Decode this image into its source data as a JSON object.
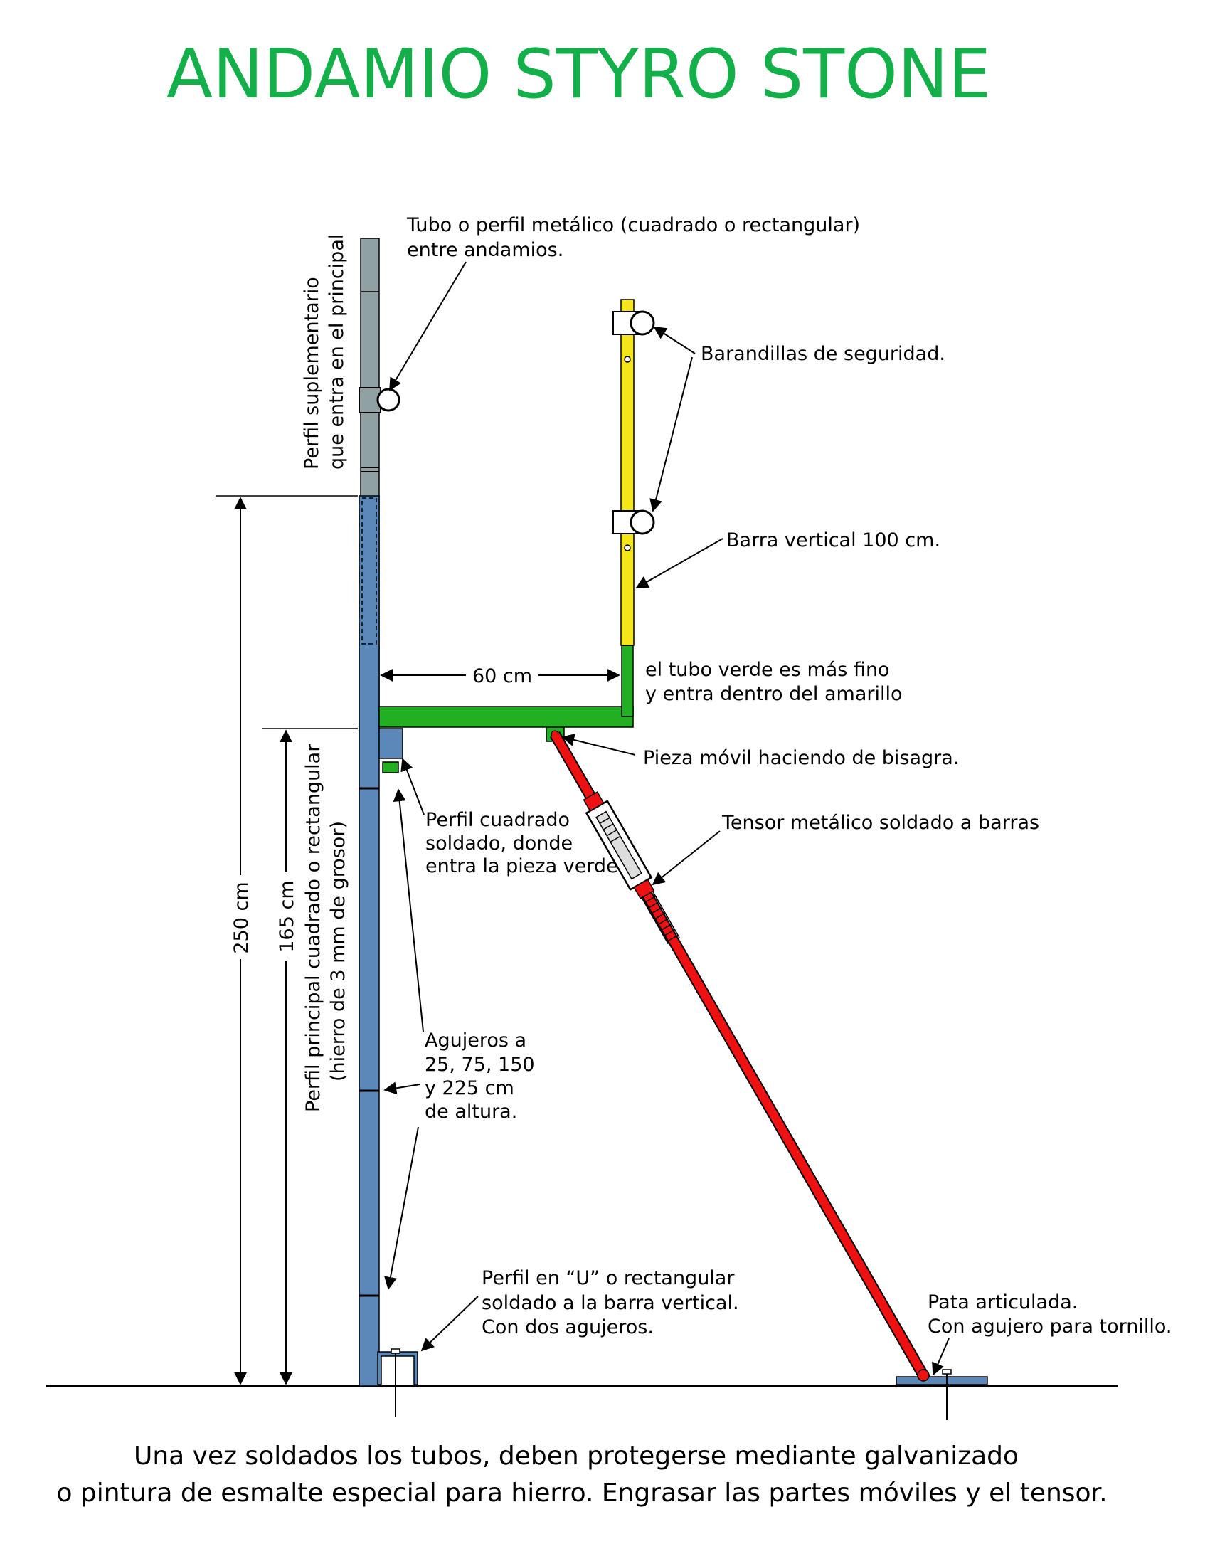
{
  "title": "ANDAMIO STYRO STONE",
  "labels": {
    "tubo_line1": "Tubo o perfil metálico (cuadrado o rectangular)",
    "tubo_line2": "entre andamios.",
    "suple_line1": "Perfil suplementario",
    "suple_line2": "que entra en el principal",
    "barandillas": "Barandillas de seguridad.",
    "barra_vertical": "Barra vertical 100 cm.",
    "tubo_verde_line1": "el tubo verde es más fino",
    "tubo_verde_line2": "y entra dentro del amarillo",
    "pieza_movil": "Pieza móvil haciendo de bisagra.",
    "cuadrado_line1": "Perfil cuadrado",
    "cuadrado_line2": "soldado, donde",
    "cuadrado_line3": "entra la pieza verde",
    "tensor": "Tensor metálico soldado a barras",
    "principal_line1": "Perfil principal cuadrado o rectangular",
    "principal_line2": "(hierro de 3 mm de grosor)",
    "agujeros_line1": "Agujeros a",
    "agujeros_line2": "25, 75, 150",
    "agujeros_line3": "y 225 cm",
    "agujeros_line4": "de altura.",
    "perfil_u_line1": "Perfil en “U” o rectangular",
    "perfil_u_line2": "soldado a la barra vertical.",
    "perfil_u_line3": "Con dos agujeros.",
    "pata_line1": "Pata articulada.",
    "pata_line2": "Con agujero para tornillo."
  },
  "dimensions": {
    "d250": "250 cm",
    "d165": "165 cm",
    "d60": "60 cm"
  },
  "footer": {
    "line1": "Una vez soldados los tubos, deben protegerse mediante galvanizado",
    "line2": "o pintura de esmalte especial para hierro. Engrasar las partes móviles y el tensor."
  },
  "colors": {
    "title": "#13b04a",
    "main_post": "#5b88b8",
    "supplementary": "#8fa1a3",
    "platform": "#22b022",
    "railing_post": "#f5e61c",
    "tensor": "#ee1111"
  }
}
